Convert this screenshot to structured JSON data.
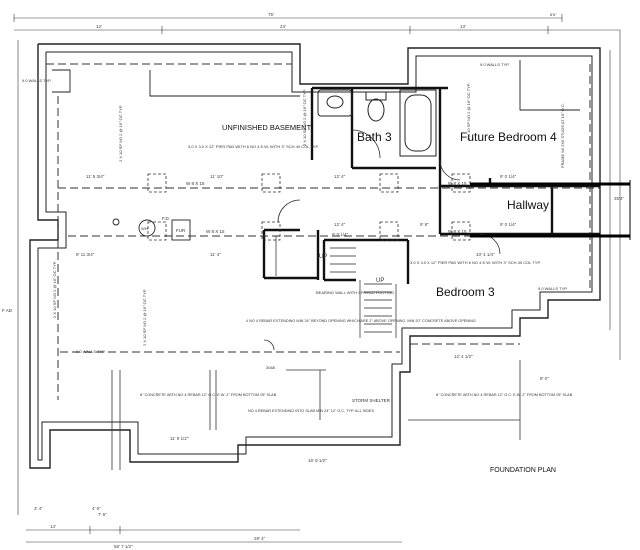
{
  "rooms": {
    "unfinished_basement": "UNFINISHED BASEMENT",
    "bath": "Bath 3",
    "future_bedroom": "Future Bedroom 4",
    "hallway": "Hallway",
    "bedroom": "Bedroom 3"
  },
  "title": "FOUNDATION PLAN",
  "labels": {
    "storm_shelter": "STORM SHELTER",
    "up_1": "UP",
    "up_2": "UP",
    "walls_left": "9.0 WALLS TYP.",
    "walls_top_right": "9.0 WALLS TYP.",
    "walls_bottom_left": "9.0 WALLS TYP.",
    "walls_right": "9.0 WALLS TYP.",
    "beam_1": "W 8 X 15",
    "beam_2": "W 8 X 15",
    "beam_3": "W 8 X 15",
    "beam_4": "W 8 X 15",
    "fd": "F.D.",
    "fur": "FUR",
    "wh": "WH",
    "bearing_wall": "BEARING WALL WITH SPREAD FOOTING",
    "pier_pad_1": "3.0 X 3.0 X 12\" PIER PAD WITH 6 NO 4 E.W. WITH 3\" SCH 40 COL TYP.",
    "pier_pad_2": "3.0 X 3.0 X 12\" PIER PAD WITH 6 NO 4 E.W. WITH 3\" SCH 40 COL TYP.",
    "rebar_note_1": "4 NO 4 REBAR EXTENDING MIN 24\" BEYOND OPENING WHICH ARE 2\" ABOVE OPENING. MIN 20\" CONCRETE ABOVE OPENING",
    "concrete_note_left": "8\" CONCRETE WITH NO 4 REBAR 12\" O.C. E.W. 2\" FROM BOTTOM OF SLAB",
    "concrete_note_right": "8\" CONCRETE WITH NO 4 REBAR 12\" O.C. E.W. 2\" FROM BOTTOM OF SLAB",
    "rebar_note_2": "NO 4 REBAR EXTENDING INTO SLAB MIN 24\" 12\" O.C. TYP. ALL SIDES",
    "frame_note": "FRAME W/ 2X6 STUDS AT 16\" O.C.",
    "joist_left": "2 X 10 SP NO 2 @ 16\" OC TYP.",
    "joist_center": "2 X 10 SP NO 2 @ 16\" OC TYP.",
    "joist_bottom": "2 X 10 SP NO 2 @ 16\" OC TYP.",
    "joist_right": "2 X 10 SP NO 2 @ 16\" OC TYP.",
    "joist_right_2": "2 X 10 SP NO 2 @ 16\" OC TYP.",
    "side_label_left": "F AD",
    "header_size": "3068"
  },
  "dimensions": {
    "overall_top": "75'",
    "top_left": "12'",
    "top_mid": "24'",
    "top_right": "13'",
    "top_far_right": "8'6\"",
    "right_total": "35'4\"",
    "d_11_5_3_4": "11' 5 3/4\"",
    "d_11_10": "11' 10\"",
    "d_12_4_a": "12' 4\"",
    "d_12_4_b": "12' 4\"",
    "d_9_11_3_4": "9' 11 3/4\"",
    "d_9_0_1_4_a": "9' 0 1/4\"",
    "d_9_0_1_4_b": "9' 0 1/4\"",
    "d_11_4": "11' 4\"",
    "d_9_0_1_4_c": "9' 0 1/4\"",
    "d_9_8": "9' 8\"",
    "d_10_4_1_4": "10' 4 1/4\"",
    "d_12_4_1_2": "12' 4 1/2\"",
    "d_11_9_1_2": "11' 9 1/2\"",
    "d_16_9_1_2": "16' 9 1/2\"",
    "bottom_14": "14'",
    "bottom_7_6": "7' 6\"",
    "bottom_28_4": "28' 4\"",
    "bottom_total": "56' 7 1/2\"",
    "d_4_6": "4' 6\"",
    "d_3_4": "3' 4\"",
    "d_8_0": "8' 0\""
  }
}
